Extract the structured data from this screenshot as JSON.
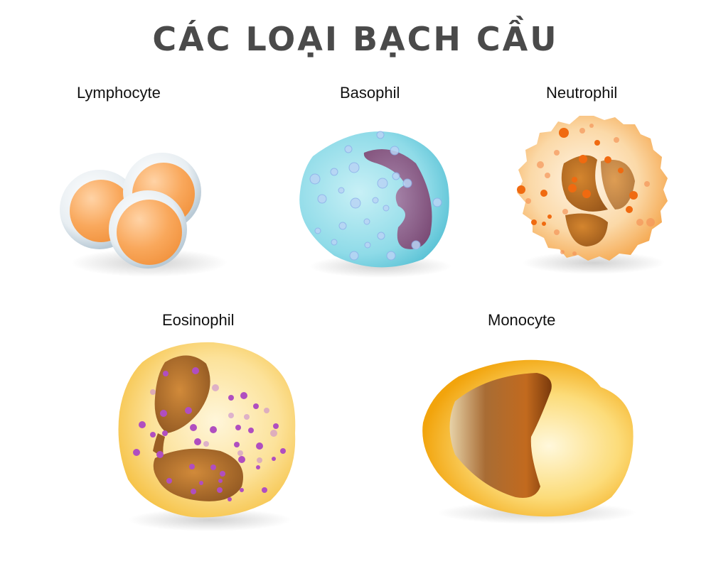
{
  "title": "CÁC LOẠI BẠCH CẦU",
  "cells": [
    {
      "name": "Lymphocyte",
      "label": "Lymphocyte",
      "color": "#f7a55b"
    },
    {
      "name": "Basophil",
      "label": "Basophil",
      "color": "#8fdbe8"
    },
    {
      "name": "Neutrophil",
      "label": "Neutrophil",
      "color": "#f9c98a"
    },
    {
      "name": "Eosinophil",
      "label": "Eosinophil",
      "color": "#fbd572"
    },
    {
      "name": "Monocyte",
      "label": "Monocyte",
      "color": "#f9c23a"
    }
  ],
  "colors": {
    "title": "#4a4a4a",
    "nucleus_brown": "#9a5a1e",
    "basophil_nucleus": "#8a4a7a",
    "neutrophil_granule": "#f06a10",
    "eosinophil_granule": "#b04ec0"
  }
}
